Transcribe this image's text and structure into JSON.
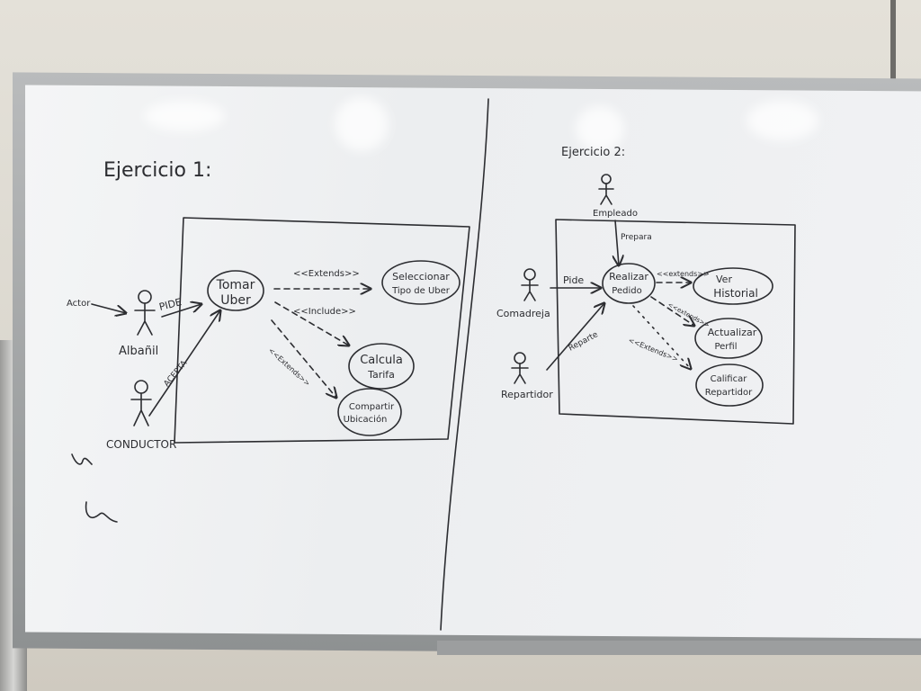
{
  "exercise1": {
    "title": "Ejercicio 1:",
    "actors": {
      "actor_note": "Actor",
      "albanil": "Albañil",
      "conductor": "CONDUCTOR"
    },
    "assoc": {
      "pide": "PIDE",
      "acepta": "ACEPTA"
    },
    "usecases": {
      "tomar_uber": [
        "Tomar",
        "Uber"
      ],
      "seleccionar_tipo": [
        "Seleccionar",
        "Tipo de Uber"
      ],
      "calcula_tarifa": [
        "Calcula",
        "Tarifa"
      ],
      "compartir_ubicacion": [
        "Compartir",
        "Ubicación"
      ]
    },
    "relations": {
      "extends_seleccionar": "<<Extends>>",
      "include_calcula": "<<Include>>",
      "extends_compartir": "<<Extends>>"
    }
  },
  "exercise2": {
    "title": "Ejercicio 2:",
    "actors": {
      "empleado": "Empleado",
      "comadreja": "Comadreja",
      "repartidor": "Repartidor"
    },
    "assoc": {
      "prepara": "Prepara",
      "pide": "Pide",
      "reparte": "Reparte"
    },
    "usecases": {
      "realizar_pedido": [
        "Realizar",
        "Pedido"
      ],
      "ver_historial": [
        "Ver",
        "Historial"
      ],
      "actualizar_perfil": [
        "Actualizar",
        "Perfil"
      ],
      "calificar_repartidor": [
        "Calificar",
        "Repartidor"
      ]
    },
    "relations": {
      "extends_ver": "<<extends>>",
      "extends_actualizar": "<<extends>>",
      "extends_calificar": "<<Extends>>"
    }
  }
}
